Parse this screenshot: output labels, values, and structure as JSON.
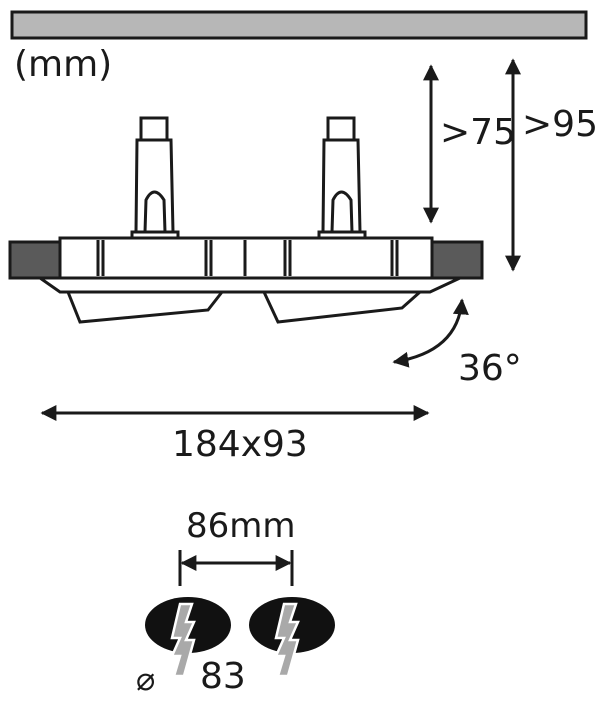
{
  "units": "(mm)",
  "dimensions": {
    "min_depth": ">75",
    "max_depth": ">95",
    "tilt_angle": "36°",
    "cutout_size": "184x93",
    "spacing": "86mm",
    "diameter_symbol": "⌀",
    "diameter_value": "83"
  },
  "colors": {
    "ceiling": "#b7b7b7",
    "outline": "#1a1a1a",
    "dark_fill": "#5a5a5a",
    "cutout_fill": "#111111",
    "lightning_fill": "#a9a9a9"
  },
  "icons": [
    "lightning-icon",
    "lightning-icon"
  ]
}
